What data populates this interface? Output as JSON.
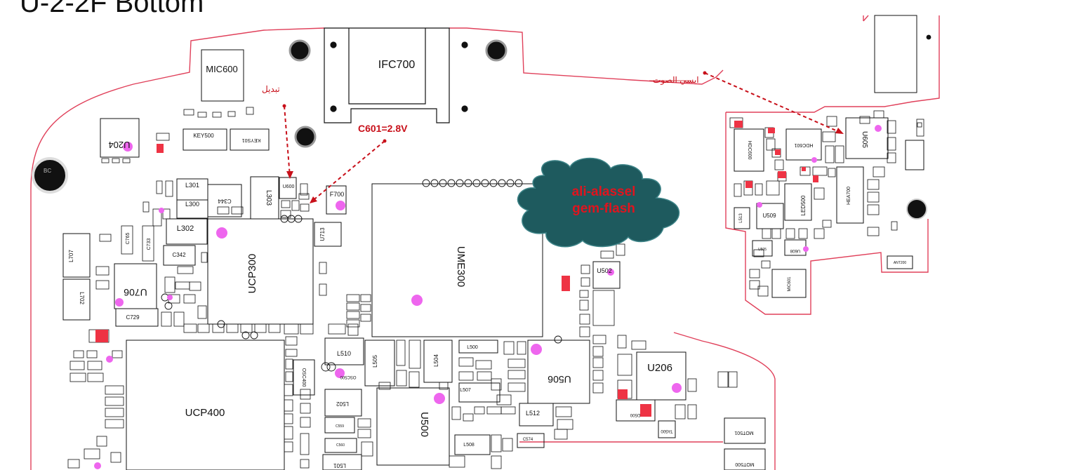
{
  "view": {
    "heading": "U-2-2F Bottom"
  },
  "annotations": {
    "replace_note": "تبديل",
    "audio_ic_note": "ايسي الصوت",
    "voltage_note": "C601=2.8V",
    "watermark_line1": "ali-alassel",
    "watermark_line2": "gem-flash"
  },
  "colors": {
    "board_outline": "#e0405a",
    "component_outline": "#111111",
    "test_point": "#ee66ee",
    "marker": "#ee3344",
    "arrow": "#c8101a",
    "cloud_fill": "#1e5a5e",
    "cloud_text": "#e0141e"
  },
  "components": {
    "MIC600": "MIC600",
    "IFC700": "IFC700",
    "U204": "U204",
    "KEY500": "KEY500",
    "KEYS01": "KEYS01",
    "L301": "L301",
    "L300": "L300",
    "C344": "C344",
    "L303": "L303",
    "U600": "U600",
    "F700": "F700",
    "L302": "L302",
    "C765": "C765",
    "C733": "C733",
    "UCP300": "UCP300",
    "U713": "U713",
    "UME300": "UME300",
    "L707": "L707",
    "C342": "C342",
    "U706": "U706",
    "L702": "L702",
    "C729": "C729",
    "U502": "U502",
    "U506": "U506",
    "U206": "U206",
    "UCP400": "UCP400",
    "U500": "U500",
    "L510": "L510",
    "L505": "L505",
    "L504": "L504",
    "L500": "L500",
    "L507": "L507",
    "L502": "L502",
    "L512": "L512",
    "L508": "L508",
    "L501": "L501",
    "OSC500": "OSC500",
    "OSC400": "OSC400",
    "D500": "D500",
    "C574": "C574",
    "TA500": "TA500",
    "MOT501": "MOT501",
    "MOT500": "MOT500",
    "U605": "U605",
    "HDC601": "HDC601",
    "HDC600": "HDC600",
    "HEA700": "HEA700",
    "LED500": "LED500",
    "U509": "U509",
    "L513": "L513",
    "MIC601": "MIC601",
    "ANT200": "ANT200",
    "U505": "U505",
    "U608": "U608",
    "C559": "C559",
    "C560": "C560",
    "BC": "BC"
  }
}
